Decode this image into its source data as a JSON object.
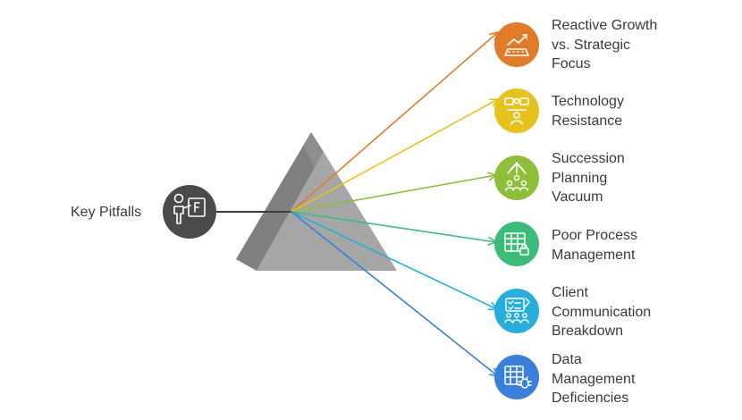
{
  "source": {
    "label": "Key Pitfalls",
    "icon": "presenter-board-icon",
    "color": "#4a4a4a"
  },
  "prism": {
    "color_front": "#a6a6a6",
    "color_side": "#7f7f7f"
  },
  "outputs": [
    {
      "label": "Reactive Growth\nvs. Strategic\nFocus",
      "color": "#e07b2a",
      "icon": "growth-chart-icon"
    },
    {
      "label": "Technology\nResistance",
      "color": "#e6c21f",
      "icon": "team-devices-icon"
    },
    {
      "label": "Succession\nPlanning\nVacuum",
      "color": "#8fbf3a",
      "icon": "succession-tree-icon"
    },
    {
      "label": "Poor Process\nManagement",
      "color": "#3dbb78",
      "icon": "locked-table-icon"
    },
    {
      "label": "Client\nCommunication\nBreakdown",
      "color": "#28aedb",
      "icon": "client-group-checklist-icon"
    },
    {
      "label": "Data\nManagement\nDeficiencies",
      "color": "#3a7fd9",
      "icon": "data-bug-icon"
    }
  ]
}
